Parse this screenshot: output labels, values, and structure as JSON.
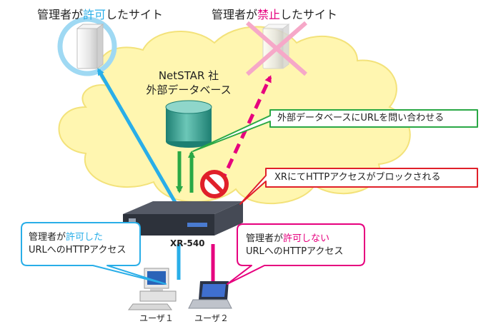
{
  "sites": {
    "allowed": {
      "prefix": "管理者が",
      "highlight": "許可",
      "suffix": "したサイト",
      "highlight_color": "#29aee8"
    },
    "blocked": {
      "prefix": "管理者が",
      "highlight": "禁止",
      "suffix": "したサイト",
      "highlight_color": "#e6007e"
    }
  },
  "cloud": {
    "line1": "NetSTAR 社",
    "line2": "外部データベース"
  },
  "callouts": {
    "query": "外部データベースにURLを問い合わせる",
    "block": "XRにてHTTPアクセスがブロックされる",
    "user1": {
      "prefix": "管理者が",
      "highlight": "許可した",
      "line2": "URLへのHTTPアクセス"
    },
    "user2": {
      "prefix": "管理者が",
      "highlight": "許可しない",
      "line2": "URLへのHTTPアクセス"
    }
  },
  "router": {
    "label": "XR-540"
  },
  "users": {
    "user1": "ユーザ１",
    "user2": "ユーザ２"
  },
  "colors": {
    "allowed": "#29aee8",
    "blocked": "#e6007e",
    "database": "#2f9b8c",
    "query": "#2aa845",
    "block": "#e0202a",
    "cloud": "#fff6b0"
  }
}
